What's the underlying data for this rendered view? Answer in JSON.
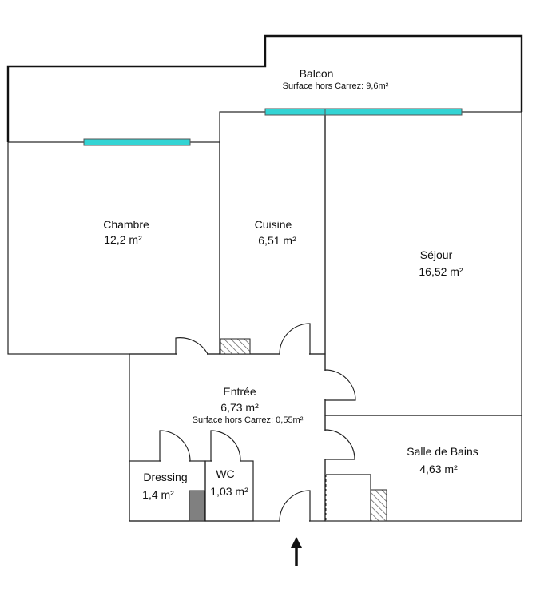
{
  "rooms": {
    "balcon": {
      "name": "Balcon",
      "note": "Surface hors Carrez: 9,6m²"
    },
    "chambre": {
      "name": "Chambre",
      "area": "12,2  m²"
    },
    "cuisine": {
      "name": "Cuisine",
      "area": "6,51  m²"
    },
    "sejour": {
      "name": "Séjour",
      "area": "16,52  m²"
    },
    "entree": {
      "name": "Entrée",
      "area": "6,73  m²",
      "note": "Surface hors Carrez: 0,55m²"
    },
    "salle_de_bains": {
      "name": "Salle de Bains",
      "area": "4,63  m²"
    },
    "dressing": {
      "name": "Dressing",
      "area": "1,4  m²"
    },
    "wc": {
      "name": "WC",
      "area": "1,03  m²"
    }
  },
  "colors": {
    "window": "#33d4d4",
    "hatch": "#555555",
    "dressing_block": "#808080",
    "wall": "#222222"
  },
  "icons": {
    "entrance": "arrow-up-icon"
  }
}
